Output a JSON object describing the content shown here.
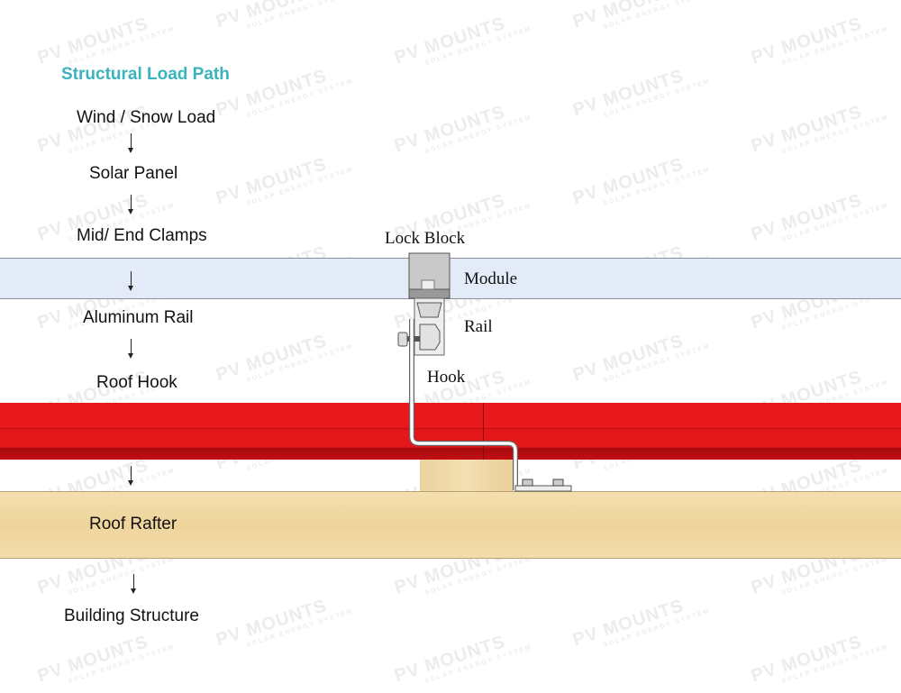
{
  "title": "Structural Load Path",
  "steps": [
    "Wind / Snow Load",
    "Solar Panel",
    "Mid/ End Clamps",
    "Aluminum Rail",
    "Roof Hook",
    "Roof Rafter",
    "Building Structure"
  ],
  "callouts": {
    "lock_block": "Lock Block",
    "module": "Module",
    "rail": "Rail",
    "hook": "Hook"
  },
  "watermark": {
    "brand": "PV MOUNTS",
    "tagline": "SOLAR ENERGY SYSTEM"
  },
  "colors": {
    "title": "#3bb3bd",
    "module": "#e4ebf8",
    "roof": "#e4151a",
    "wood": "#f1d9a2"
  }
}
